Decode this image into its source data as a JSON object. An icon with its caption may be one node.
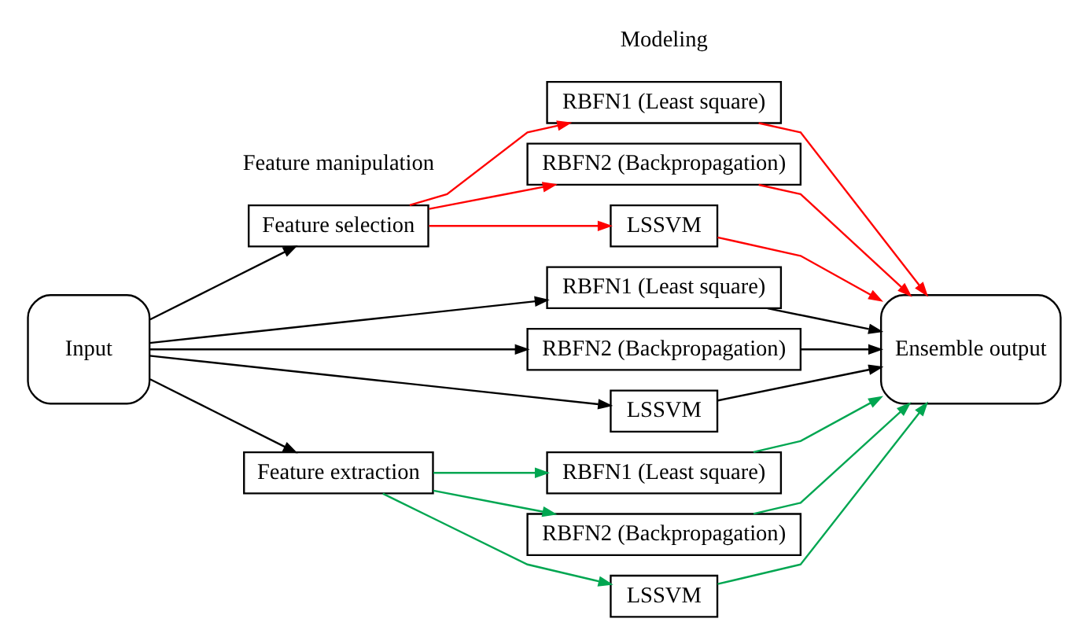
{
  "diagram": {
    "nodes": [
      {
        "text": [
          "Input"
        ]
      },
      {
        "text": [
          "Feature selection"
        ]
      },
      {
        "text": [
          "Feature extraction"
        ]
      },
      {
        "text": [
          "RBFN1 (Least square)"
        ]
      },
      {
        "text": [
          "RBFN2 (Backpropagation)"
        ]
      },
      {
        "text": [
          "LSSVM"
        ]
      },
      {
        "text": [
          "RBFN1 (Least square)"
        ]
      },
      {
        "text": [
          "RBFN2 (Backpropagation)"
        ]
      },
      {
        "text": [
          "LSSVM"
        ]
      },
      {
        "text": [
          "RBFN1 (Least square)"
        ]
      },
      {
        "text": [
          "RBFN2 (Backpropagation)"
        ]
      },
      {
        "text": [
          "LSSVM"
        ]
      },
      {
        "text": [
          "Ensemble output"
        ]
      }
    ],
    "edges": [
      {
        "from": 0,
        "to": 1,
        "arrow": "to"
      },
      {
        "from": 0,
        "to": 6,
        "arrow": "to"
      },
      {
        "from": 0,
        "to": 7,
        "arrow": "to"
      },
      {
        "from": 0,
        "to": 8,
        "arrow": "to"
      },
      {
        "from": 0,
        "to": 2,
        "arrow": "to"
      },
      {
        "from": 1,
        "to": 3,
        "arrow": "to",
        "color": "#ff0000"
      },
      {
        "from": 1,
        "to": 4,
        "arrow": "to",
        "color": "#ff0000"
      },
      {
        "from": 1,
        "to": 5,
        "arrow": "to",
        "color": "#ff0000"
      },
      {
        "from": 2,
        "to": 9,
        "arrow": "to",
        "color": "#00a651"
      },
      {
        "from": 2,
        "to": 10,
        "arrow": "to",
        "color": "#00a651"
      },
      {
        "from": 2,
        "to": 11,
        "arrow": "to",
        "color": "#00a651"
      },
      {
        "from": 3,
        "to": 12,
        "arrow": "to",
        "color": "#ff0000"
      },
      {
        "from": 4,
        "to": 12,
        "arrow": "to",
        "color": "#ff0000"
      },
      {
        "from": 5,
        "to": 12,
        "arrow": "to",
        "color": "#ff0000"
      },
      {
        "from": 6,
        "to": 12,
        "arrow": "to"
      },
      {
        "from": 7,
        "to": 12,
        "arrow": "to"
      },
      {
        "from": 8,
        "to": 12,
        "arrow": "to"
      },
      {
        "from": 9,
        "to": 12,
        "arrow": "to",
        "color": "#00a651"
      },
      {
        "from": 10,
        "to": 12,
        "arrow": "to",
        "color": "#00a651"
      },
      {
        "from": 11,
        "to": 12,
        "arrow": "to",
        "color": "#00a651"
      }
    ],
    "labels": [
      "Feature manipulation",
      "Modeling"
    ]
  }
}
